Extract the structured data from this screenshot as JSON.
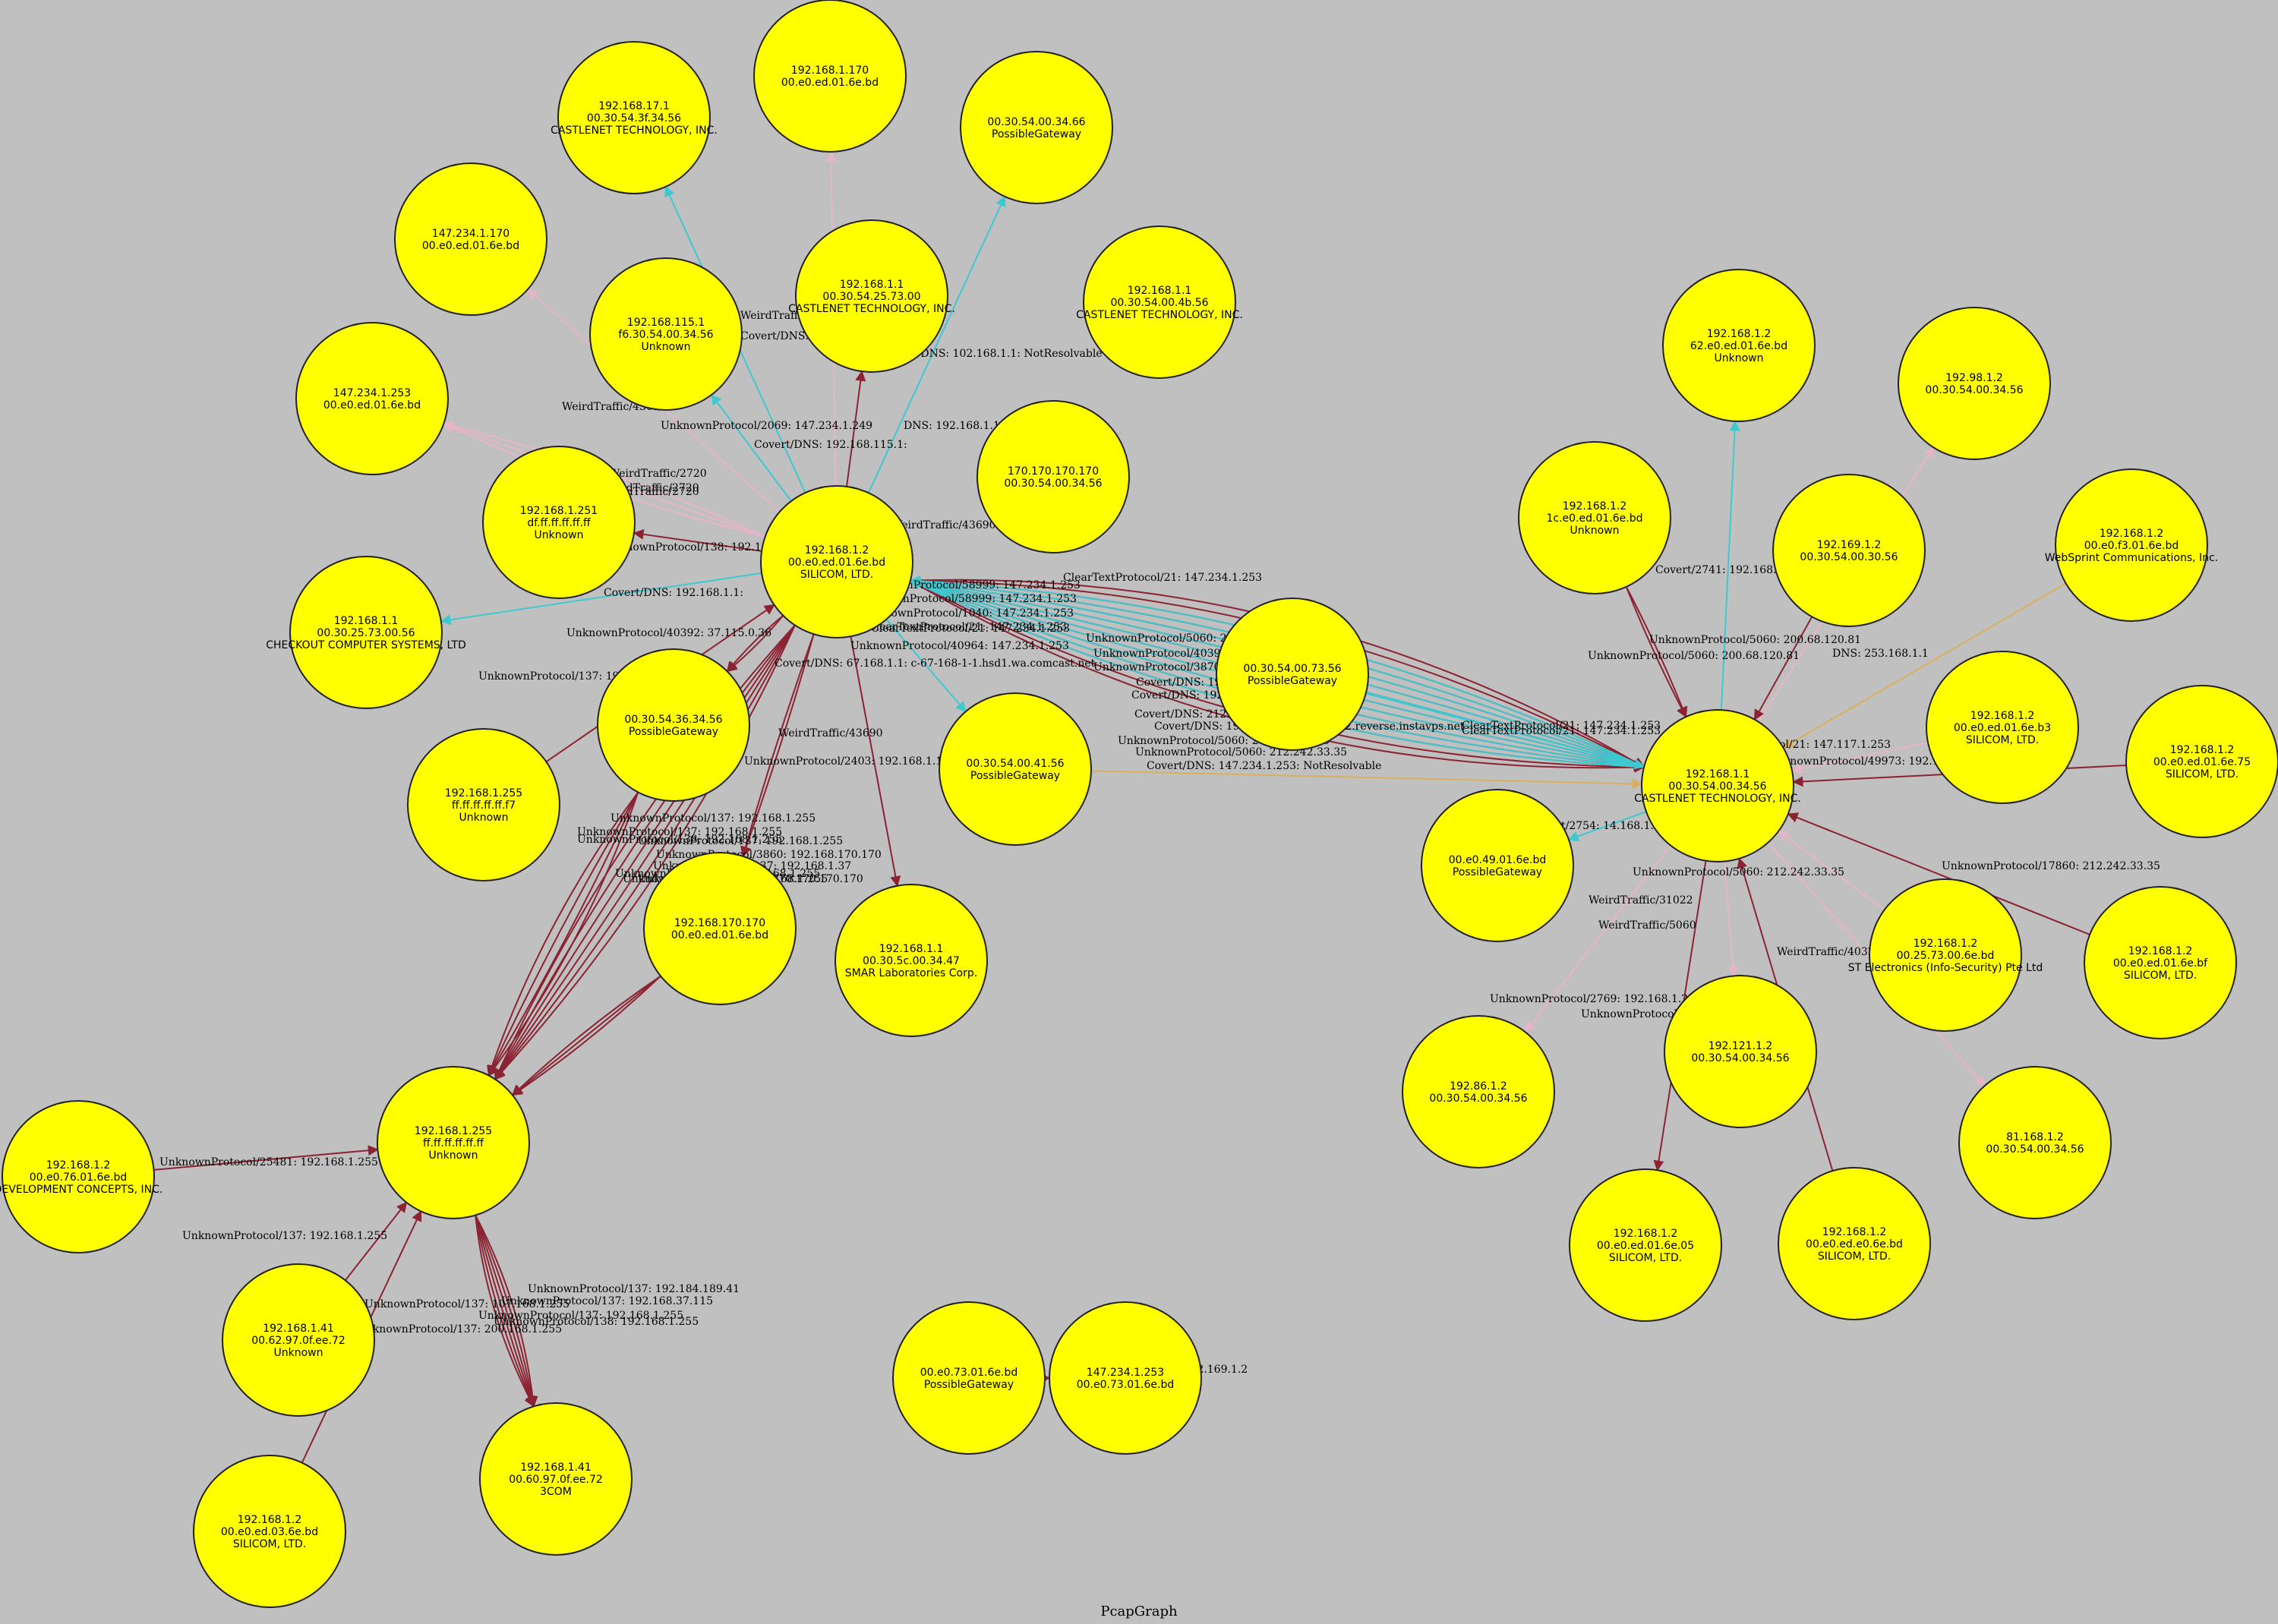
{
  "title": "PcapGraph",
  "colors": {
    "background": "#c0c0c0",
    "node_fill": "#ffff00",
    "edge_dark": "#8b2332",
    "edge_cyan": "#3ec8d0",
    "edge_pink": "#e8b4c8",
    "edge_gold": "#d8b060"
  },
  "nodes": [
    {
      "id": "n1",
      "ip": "192.168.17.1",
      "mac": "00.30.54.3f.34.56",
      "vendor": "CASTLENET TECHNOLOGY, INC."
    },
    {
      "id": "n2",
      "ip": "192.168.1.170",
      "mac": "00.e0.ed.01.6e.bd",
      "vendor": ""
    },
    {
      "id": "n3",
      "ip": "00.30.54.00.34.66",
      "mac": "PossibleGateway",
      "vendor": ""
    },
    {
      "id": "n4",
      "ip": "147.234.1.170",
      "mac": "00.e0.ed.01.6e.bd",
      "vendor": ""
    },
    {
      "id": "n5",
      "ip": "192.168.115.1",
      "mac": "f6.30.54.00.34.56",
      "vendor": "Unknown"
    },
    {
      "id": "n6",
      "ip": "192.168.1.1",
      "mac": "00.30.54.25.73.00",
      "vendor": "CASTLENET TECHNOLOGY, INC."
    },
    {
      "id": "n7",
      "ip": "192.168.1.1",
      "mac": "00.30.54.00.4b.56",
      "vendor": "CASTLENET TECHNOLOGY, INC."
    },
    {
      "id": "n8",
      "ip": "192.168.1.2",
      "mac": "62.e0.ed.01.6e.bd",
      "vendor": "Unknown"
    },
    {
      "id": "n9",
      "ip": "192.98.1.2",
      "mac": "00.30.54.00.34.56",
      "vendor": ""
    },
    {
      "id": "n10",
      "ip": "147.234.1.253",
      "mac": "00.e0.ed.01.6e.bd",
      "vendor": ""
    },
    {
      "id": "n11",
      "ip": "170.170.170.170",
      "mac": "00.30.54.00.34.56",
      "vendor": ""
    },
    {
      "id": "n12",
      "ip": "192.168.1.251",
      "mac": "df.ff.ff.ff.ff.ff",
      "vendor": "Unknown"
    },
    {
      "id": "n13",
      "ip": "192.168.1.2",
      "mac": "00.e0.ed.01.6e.bd",
      "vendor": "SILICOM, LTD."
    },
    {
      "id": "n14",
      "ip": "192.168.1.2",
      "mac": "1c.e0.ed.01.6e.bd",
      "vendor": "Unknown"
    },
    {
      "id": "n15",
      "ip": "192.169.1.2",
      "mac": "00.30.54.00.30.56",
      "vendor": ""
    },
    {
      "id": "n16",
      "ip": "192.168.1.2",
      "mac": "00.e0.f3.01.6e.bd",
      "vendor": "WebSprint Communications, Inc."
    },
    {
      "id": "n17",
      "ip": "192.168.1.1",
      "mac": "00.30.25.73.00.56",
      "vendor": "CHECKOUT COMPUTER SYSTEMS, LTD"
    },
    {
      "id": "n18",
      "ip": "00.30.54.00.73.56",
      "mac": "PossibleGateway",
      "vendor": ""
    },
    {
      "id": "n19",
      "ip": "00.30.54.36.34.56",
      "mac": "PossibleGateway",
      "vendor": ""
    },
    {
      "id": "n20",
      "ip": "192.168.1.2",
      "mac": "00.e0.ed.01.6e.b3",
      "vendor": "SILICOM, LTD."
    },
    {
      "id": "n21",
      "ip": "192.168.1.2",
      "mac": "00.e0.ed.01.6e.75",
      "vendor": "SILICOM, LTD."
    },
    {
      "id": "n22",
      "ip": "192.168.1.1",
      "mac": "00.30.54.00.34.56",
      "vendor": "CASTLENET TECHNOLOGY, INC."
    },
    {
      "id": "n23",
      "ip": "192.168.1.255",
      "mac": "ff.ff.ff.ff.ff.f7",
      "vendor": "Unknown"
    },
    {
      "id": "n24",
      "ip": "00.30.54.00.41.56",
      "mac": "PossibleGateway",
      "vendor": ""
    },
    {
      "id": "n25",
      "ip": "00.e0.49.01.6e.bd",
      "mac": "PossibleGateway",
      "vendor": ""
    },
    {
      "id": "n26",
      "ip": "192.168.170.170",
      "mac": "00.e0.ed.01.6e.bd",
      "vendor": ""
    },
    {
      "id": "n27",
      "ip": "192.168.1.1",
      "mac": "00.30.5c.00.34.47",
      "vendor": "SMAR Laboratories Corp."
    },
    {
      "id": "n28",
      "ip": "192.168.1.2",
      "mac": "00.25.73.00.6e.bd",
      "vendor": "ST Electronics (Info-Security) Pte Ltd"
    },
    {
      "id": "n29",
      "ip": "192.168.1.2",
      "mac": "00.e0.ed.01.6e.bf",
      "vendor": "SILICOM, LTD."
    },
    {
      "id": "n30",
      "ip": "192.121.1.2",
      "mac": "00.30.54.00.34.56",
      "vendor": ""
    },
    {
      "id": "n31",
      "ip": "192.86.1.2",
      "mac": "00.30.54.00.34.56",
      "vendor": ""
    },
    {
      "id": "n32",
      "ip": "81.168.1.2",
      "mac": "00.30.54.00.34.56",
      "vendor": ""
    },
    {
      "id": "n33",
      "ip": "192.168.1.255",
      "mac": "ff.ff.ff.ff.ff.ff",
      "vendor": "Unknown"
    },
    {
      "id": "n34",
      "ip": "192.168.1.2",
      "mac": "00.e0.76.01.6e.bd",
      "vendor": "DEVELOPMENT CONCEPTS, INC."
    },
    {
      "id": "n35",
      "ip": "192.168.1.2",
      "mac": "00.e0.ed.01.6e.05",
      "vendor": "SILICOM, LTD."
    },
    {
      "id": "n36",
      "ip": "192.168.1.2",
      "mac": "00.e0.ed.e0.6e.bd",
      "vendor": "SILICOM, LTD."
    },
    {
      "id": "n37",
      "ip": "192.168.1.41",
      "mac": "00.62.97.0f.ee.72",
      "vendor": "Unknown"
    },
    {
      "id": "n38",
      "ip": "00.e0.73.01.6e.bd",
      "mac": "PossibleGateway",
      "vendor": ""
    },
    {
      "id": "n39",
      "ip": "147.234.1.253",
      "mac": "00.e0.73.01.6e.bd",
      "vendor": ""
    },
    {
      "id": "n40",
      "ip": "192.168.1.41",
      "mac": "00.60.97.0f.ee.72",
      "vendor": "3COM"
    },
    {
      "id": "n41",
      "ip": "192.168.1.2",
      "mac": "00.e0.ed.03.6e.bd",
      "vendor": "SILICOM, LTD."
    }
  ],
  "edges": [
    {
      "from": "n13",
      "to": "n1",
      "color": "cyan",
      "count": 1
    },
    {
      "from": "n13",
      "to": "n2",
      "color": "pink",
      "count": 1
    },
    {
      "from": "n13",
      "to": "n3",
      "color": "cyan",
      "count": 1
    },
    {
      "from": "n13",
      "to": "n4",
      "color": "pink",
      "count": 1
    },
    {
      "from": "n13",
      "to": "n5",
      "color": "cyan",
      "count": 1
    },
    {
      "from": "n13",
      "to": "n6",
      "color": "dark",
      "count": 1
    },
    {
      "from": "n13",
      "to": "n10",
      "color": "pink",
      "count": 3
    },
    {
      "from": "n13",
      "to": "n12",
      "color": "dark",
      "count": 1
    },
    {
      "from": "n13",
      "to": "n17",
      "color": "cyan",
      "count": 1
    },
    {
      "from": "n13",
      "to": "n19",
      "color": "dark",
      "count": 2
    },
    {
      "from": "n13",
      "to": "n24",
      "color": "cyan",
      "count": 1
    },
    {
      "from": "n13",
      "to": "n27",
      "color": "dark",
      "count": 1
    },
    {
      "from": "n13",
      "to": "n26",
      "color": "dark",
      "count": 2
    },
    {
      "from": "n13",
      "to": "n33",
      "color": "dark",
      "count": 6
    },
    {
      "from": "n13",
      "to": "n22",
      "color": "dark",
      "count": 14
    },
    {
      "from": "n22",
      "to": "n13",
      "color": "cyan",
      "count": 10
    },
    {
      "from": "n22",
      "to": "n8",
      "color": "cyan",
      "count": 1
    },
    {
      "from": "n22",
      "to": "n9",
      "color": "pink",
      "count": 1
    },
    {
      "from": "n22",
      "to": "n25",
      "color": "cyan",
      "count": 1
    },
    {
      "from": "n22",
      "to": "n30",
      "color": "pink",
      "count": 1
    },
    {
      "from": "n22",
      "to": "n31",
      "color": "pink",
      "count": 1
    },
    {
      "from": "n22",
      "to": "n32",
      "color": "pink",
      "count": 1
    },
    {
      "from": "n22",
      "to": "n35",
      "color": "dark",
      "count": 1
    },
    {
      "from": "n14",
      "to": "n22",
      "color": "dark",
      "count": 2
    },
    {
      "from": "n15",
      "to": "n22",
      "color": "dark",
      "count": 1
    },
    {
      "from": "n16",
      "to": "n22",
      "color": "gold",
      "count": 1
    },
    {
      "from": "n20",
      "to": "n22",
      "color": "pink",
      "count": 1
    },
    {
      "from": "n21",
      "to": "n22",
      "color": "dark",
      "count": 1
    },
    {
      "from": "n28",
      "to": "n22",
      "color": "pink",
      "count": 1
    },
    {
      "from": "n29",
      "to": "n22",
      "color": "dark",
      "count": 1
    },
    {
      "from": "n36",
      "to": "n22",
      "color": "dark",
      "count": 1
    },
    {
      "from": "n18",
      "to": "n22",
      "color": "cyan",
      "count": 1
    },
    {
      "from": "n24",
      "to": "n22",
      "color": "gold",
      "count": 1
    },
    {
      "from": "n23",
      "to": "n13",
      "color": "dark",
      "count": 1
    },
    {
      "from": "n19",
      "to": "n33",
      "color": "dark",
      "count": 4
    },
    {
      "from": "n26",
      "to": "n33",
      "color": "dark",
      "count": 3
    },
    {
      "from": "n34",
      "to": "n33",
      "color": "dark",
      "count": 1
    },
    {
      "from": "n37",
      "to": "n33",
      "color": "dark",
      "count": 1
    },
    {
      "from": "n41",
      "to": "n33",
      "color": "dark",
      "count": 1
    },
    {
      "from": "n33",
      "to": "n40",
      "color": "dark",
      "count": 6
    },
    {
      "from": "n38",
      "to": "n39",
      "color": "dark",
      "count": 1
    }
  ],
  "edge_labels": [
    "WeirdTraffic/43690",
    "Covert/DNS: 192.168.17.1:",
    "Covert/DNS: 102.168.1.1: NotResolvable",
    "UnknownProtocol/2069: 147.234.1.249",
    "Covert/DNS: 192.168.115.1:",
    "WeirdTraffic/43690",
    "DNS: 192.168.1.1",
    "WeirdTraffic/2720",
    "WeirdTraffic/2720",
    "WeirdTraffic/2720",
    "WeirdTraffic/43690",
    "UnknownProtocol/138: 192.168.1.251",
    "Covert/DNS: 192.168.1.1:",
    "UnknownProtocol/40392: 37.115.0.36",
    "UnknownProtocol/137: 192.168.1.2",
    "Covert/DNS: 67.168.1.1: c-67-168-1-1.hsd1.wa.comcast.net",
    "WeirdTraffic/43690",
    "UnknownProtocol/2403: 192.168.1.1",
    "UnknownProtocol/58999: 147.234.1.253",
    "UnknownProtocol/58999: 147.234.1.253",
    "UnknownProtocol/1040: 147.234.1.253",
    "ClearTextProtocol/21: 147.234.1.253",
    "ClearTextProtocol/21: 147.234.1.253",
    "UnknownProtocol/40964: 147.234.1.253",
    "ClearTextProtocol/21: 147.234.1.253",
    "UnknownProtocol/5060: 212.242.33.36",
    "UnknownProtocol/40392: 212.242.33.36",
    "UnknownProtocol/38700: 192.168.1.1",
    "Covert/DNS: 192.168.1.1:",
    "Covert/DNS: 192.37.115.0",
    "Covert/DNS: 212.242.33.35",
    "Covert/DNS: 192.168.1.1: 1-184-192.reverse.instavps.net",
    "UnknownProtocol/5060: 200.68.37.115",
    "UnknownProtocol/5060: 212.242.33.35",
    "Covert/DNS: 147.234.1.253: NotResolvable",
    "ClearTextProtocol/21: 147.234.1.253",
    "ClearTextProtocol/21: 147.234.1.253",
    "ClearTextProtocol/21: 147.117.1.253",
    "Covert/2741: 192.168.1.1",
    "UnknownProtocol/5060: 200.68.120.81",
    "UnknownProtocol/5060: 200.68.120.81",
    "DNS: 253.168.1.1",
    "UnknownProtocol/49973: 192.168.1.1",
    "Covert/2754: 14.168.1.2: static.vnpt.vn",
    "UnknownProtocol/5060: 212.242.33.35",
    "UnknownProtocol/17860: 212.242.33.35",
    "WeirdTraffic/31022",
    "WeirdTraffic/5060",
    "WeirdTraffic/4032",
    "UnknownProtocol/2769: 192.168.1.2",
    "UnknownProtocol/5060: 212.242.33.201",
    "UnknownProtocol/137: 192.168.1.255",
    "UnknownProtocol/137: 192.168.1.255",
    "UnknownProtocol/138: 192.168.1.255",
    "UnknownProtocol/137: 192.168.1.255",
    "UnknownProtocol/3860: 192.168.170.170",
    "UnknownProtocol/137: 192.168.1.37",
    "UnknownProtocol/5090: 170.170.170.170",
    "UnknownProtocol/137: 192.168.1.255",
    "UnknownProtocol/137: 192.168.1.255",
    "UnknownProtocol/25481: 192.168.1.255",
    "UnknownProtocol/137: 192.168.1.255",
    "UnknownProtocol/137: 192.184.189.41",
    "UnknownProtocol/137: 107.168.1.255",
    "UnknownProtocol/137: 192.168.37.115",
    "UnknownProtocol/137: 192.168.1.255",
    "UnknownProtocol/138: 192.168.1.255",
    "UnknownProtocol/137: 200.168.1.255",
    "UnknownProtocol/2530: 192.169.1.2"
  ]
}
